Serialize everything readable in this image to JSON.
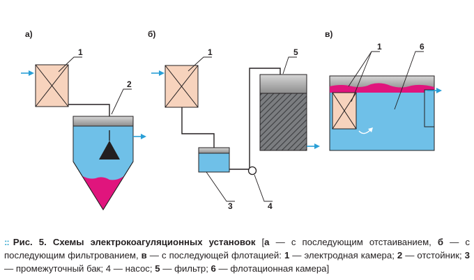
{
  "colors": {
    "water": "#6fc0e8",
    "camera": "#f7d3bd",
    "sediment": "#e0157d",
    "lid": "#9e9e9e",
    "arrow": "#2a9fd6",
    "line": "#231f20",
    "bullet": "#3aaad0"
  },
  "diagrams": {
    "a": {
      "label": "а)",
      "num_camera": "1",
      "num_settler": "2"
    },
    "b": {
      "label": "б)",
      "num_camera": "1",
      "num_tank": "3",
      "num_pump": "4",
      "num_filter": "5"
    },
    "v": {
      "label": "в)",
      "num_camera": "1",
      "num_flot": "6"
    }
  },
  "caption": {
    "bullet": "::",
    "title": "Рис. 5. Схемы электрокоагуляционных установок",
    "open": " [",
    "key_a": "а",
    "text_a": " — с последующим отстаиванием, ",
    "key_b": "б",
    "text_b": " — с последующим фильтрованием, ",
    "key_v": "в",
    "text_v": " — с последующей флотацией: ",
    "key_1": "1",
    "text_1": " — электродная камера; ",
    "key_2": "2",
    "text_2": " — отстойник; ",
    "key_3": "3",
    "text_3": " — промежуточный бак; 4 — насос; ",
    "key_5": "5",
    "text_5": " — фильтр; ",
    "key_6": "6",
    "text_6": " — флотационная камера]"
  }
}
